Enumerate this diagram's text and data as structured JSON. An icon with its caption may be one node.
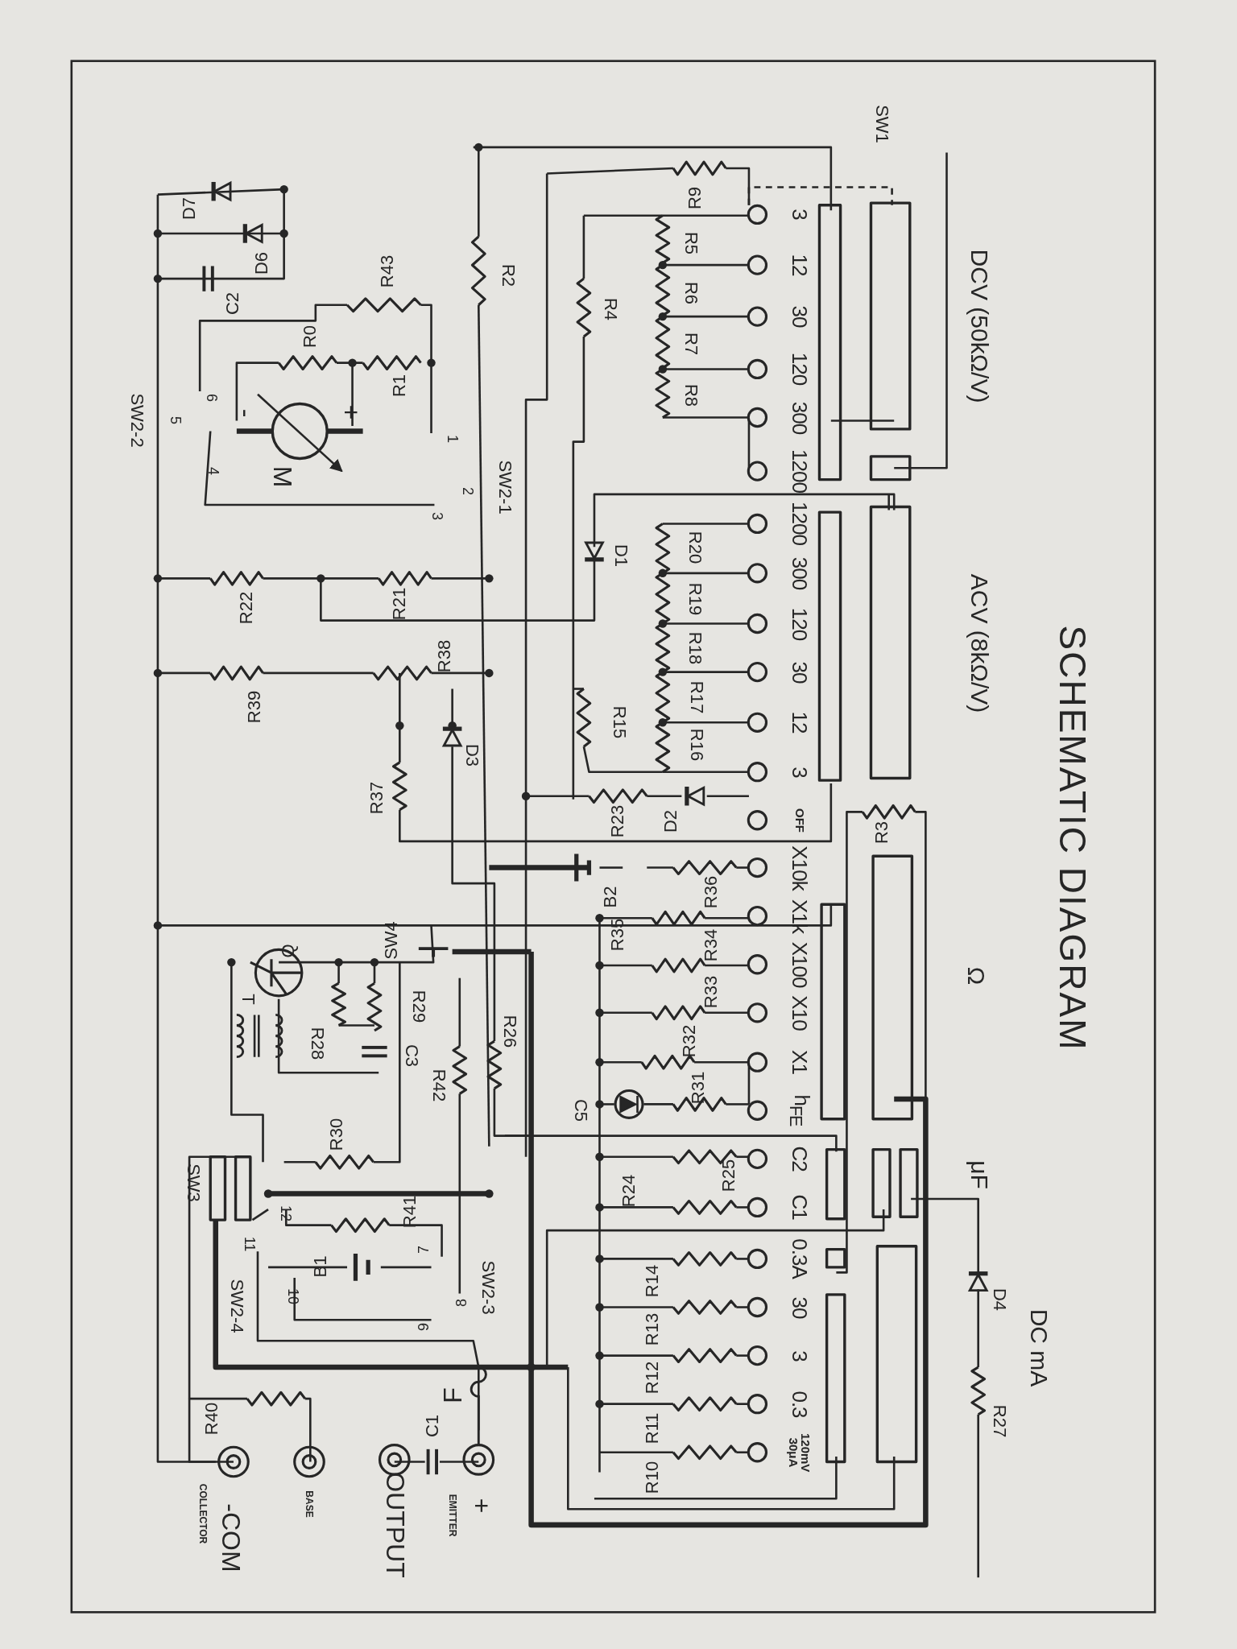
{
  "diagram": {
    "title": "SCHEMATIC DIAGRAM",
    "labels": [
      "DCV (50kΩ/V)",
      "ACV (8kΩ/V)",
      "Ω",
      "μF",
      "DC mA",
      "SW1",
      "R3",
      "D4",
      "R27",
      "3",
      "12",
      "30",
      "120",
      "300",
      "1200",
      "1200",
      "300",
      "120",
      "30",
      "12",
      "3",
      "OFF",
      "X10k",
      "X1k",
      "X100",
      "X10",
      "X1",
      "h$_{FE}$",
      "C2",
      "C1",
      "0.3A",
      "30",
      "3",
      "0.3",
      "120mV 30μA",
      "R9",
      "R5",
      "R6",
      "R7",
      "R8",
      "R4",
      "R2",
      "R20",
      "R19",
      "R18",
      "R17",
      "R16",
      "D1",
      "R15",
      "D2",
      "R23",
      "R36",
      "B2",
      "R35",
      "R34",
      "R33",
      "R32",
      "R31",
      "C5",
      "R25",
      "R24",
      "R14",
      "R13",
      "R12",
      "R11",
      "R10",
      "D7",
      "D6",
      "C2",
      "R43",
      "R0",
      "R1",
      "+",
      "-",
      "M",
      "6",
      "5",
      "4",
      "1",
      "2",
      "3",
      "SW2-1",
      "SW2-2",
      "R22",
      "R21",
      "R38",
      "R39",
      "D3",
      "R37",
      "SW4",
      "Q",
      "R29",
      "R28",
      "T",
      "C3",
      "R42",
      "R26",
      "R30",
      "SW3",
      "R41",
      "12",
      "11",
      "B1",
      "7",
      "10",
      "8",
      "9",
      "SW2-3",
      "SW2-4",
      "F",
      "C1",
      "R40",
      "+",
      "EMITTER",
      "OUTPUT",
      "BASE",
      "-COM",
      "COLLECTOR"
    ]
  }
}
